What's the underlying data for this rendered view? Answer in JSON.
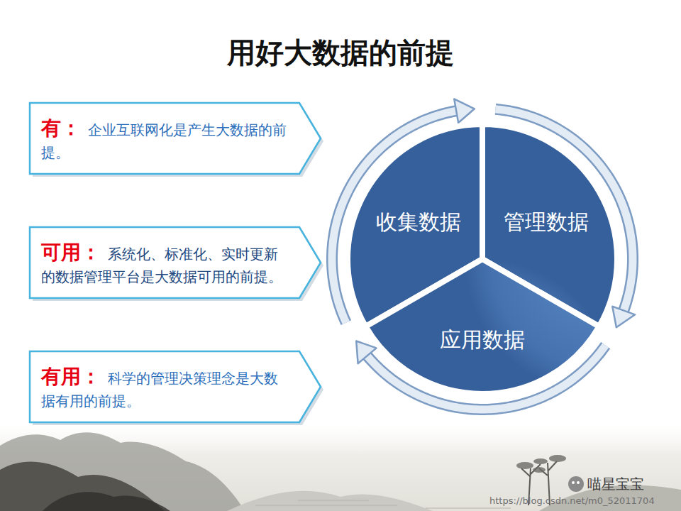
{
  "diagram": {
    "title": "用好大数据的前提",
    "nodes": [
      {
        "text": [
          "有：",
          "企业互联网化是产生大数据的前提。"
        ]
      },
      {
        "text": [
          "可用：",
          "系统化、标准化、实时更新的数据管理平台是大数据可用的前提。"
        ]
      },
      {
        "text": [
          "有用：",
          "科学的管理决策理念是大数据有用的前提。"
        ]
      },
      {
        "text": [
          "收集数据"
        ]
      },
      {
        "text": [
          "管理数据"
        ]
      },
      {
        "text": [
          "应用数据"
        ]
      }
    ],
    "edges": [
      {
        "from": 3,
        "to": 4,
        "arrow": "to"
      },
      {
        "from": 4,
        "to": 5,
        "arrow": "to"
      },
      {
        "from": 5,
        "to": 3,
        "arrow": "to"
      }
    ],
    "labels": [
      "喵星宝宝",
      "https://blog.csdn.net/m0_52011704"
    ]
  }
}
